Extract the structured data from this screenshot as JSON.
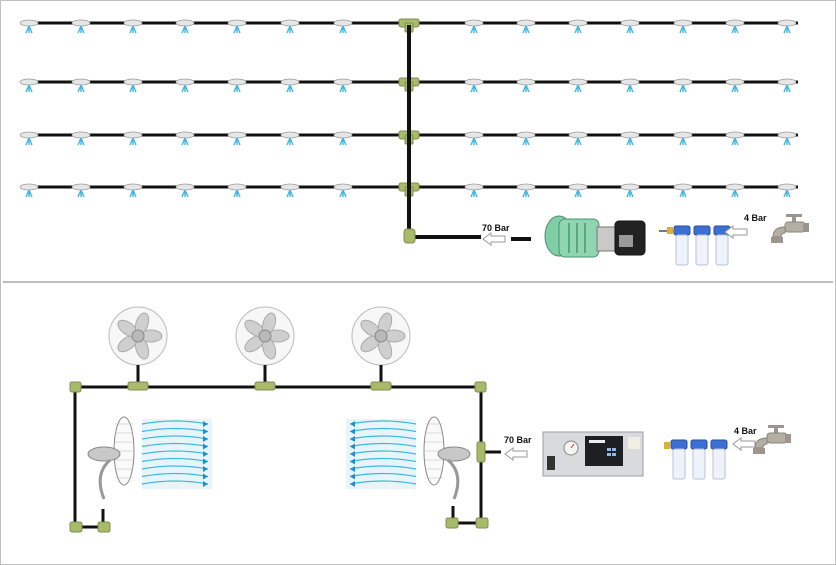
{
  "diagram": {
    "top_system": {
      "description": "High-pressure misting line system with pump",
      "rows": 4,
      "nozzles_left_per_row": 7,
      "nozzles_right_per_row": 7,
      "labels": {
        "pump_output_pressure": "70 Bar",
        "inlet_pressure": "4 Bar"
      },
      "components": [
        "misting-nozzles",
        "tee-fittings",
        "high-pressure-pump",
        "triple-filter",
        "water-tap"
      ]
    },
    "bottom_system": {
      "description": "Fan misting system with control unit",
      "top_fans": 3,
      "side_fans": 2,
      "labels": {
        "pump_output_pressure": "70 Bar",
        "inlet_pressure": "4 Bar"
      },
      "components": [
        "oscillating-fans",
        "wall-fans",
        "mist-airflow",
        "pump-control-unit",
        "triple-filter",
        "water-tap"
      ]
    },
    "colors": {
      "pipe": "#111111",
      "fitting": "#a8bb6a",
      "mist": "#3fb7e0",
      "nozzle_body": "#e6e6e6",
      "filter_cap": "#3b6fd4",
      "pump_motor": "#8fd6b0",
      "border": "#bdbdbd"
    }
  }
}
